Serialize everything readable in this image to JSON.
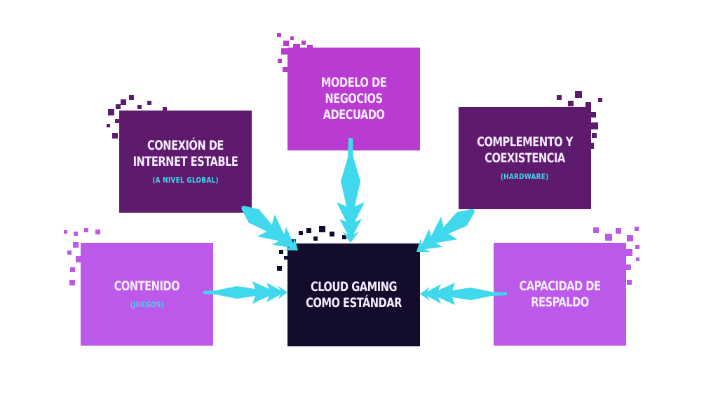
{
  "colors": {
    "top_box": "#b93bd2",
    "dark_purple_box": "#5e1a6c",
    "light_purple_box": "#bc59ea",
    "center_box": "#140c2c",
    "arrow": "#3fd8ec",
    "text": "#f4ecff",
    "subtitle": "#3fd8ec"
  },
  "nodes": {
    "modelo": {
      "title": "MODELO DE NEGOCIOS ADECUADO"
    },
    "conexion": {
      "title": "CONEXIÓN DE INTERNET ESTABLE",
      "subtitle": "(A NIVEL GLOBAL)"
    },
    "complemento": {
      "title": "COMPLEMENTO Y COEXISTENCIA",
      "subtitle": "(HARDWARE)"
    },
    "contenido": {
      "title": "CONTENIDO",
      "subtitle": "(JUEGOS)"
    },
    "capacidad": {
      "title": "CAPACIDAD DE RESPALDO"
    },
    "center": {
      "title": "CLOUD GAMING COMO ESTÁNDAR"
    }
  },
  "arrow_icons": [
    "arrow-top-icon",
    "arrow-top-left-icon",
    "arrow-top-right-icon",
    "arrow-left-icon",
    "arrow-right-icon"
  ]
}
